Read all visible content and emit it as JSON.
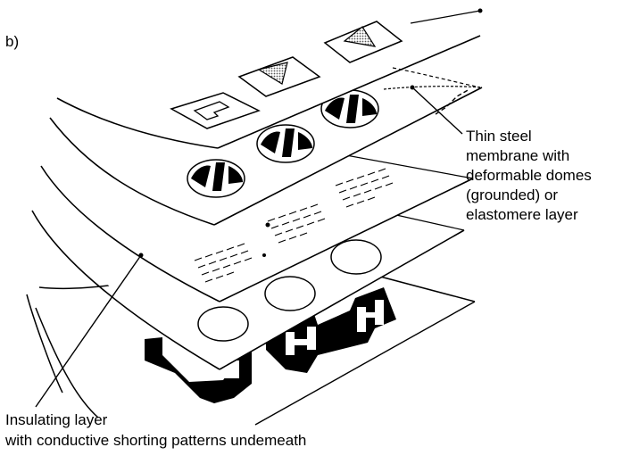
{
  "figure": {
    "panel_label": "b)",
    "labels": {
      "membrane": [
        "Thin steel",
        "membrane with",
        "deformable domes",
        "(grounded) or",
        "elastomere layer"
      ],
      "insulating": [
        "Insulating layer",
        "with conductive shorting patterns undemeath"
      ]
    }
  }
}
